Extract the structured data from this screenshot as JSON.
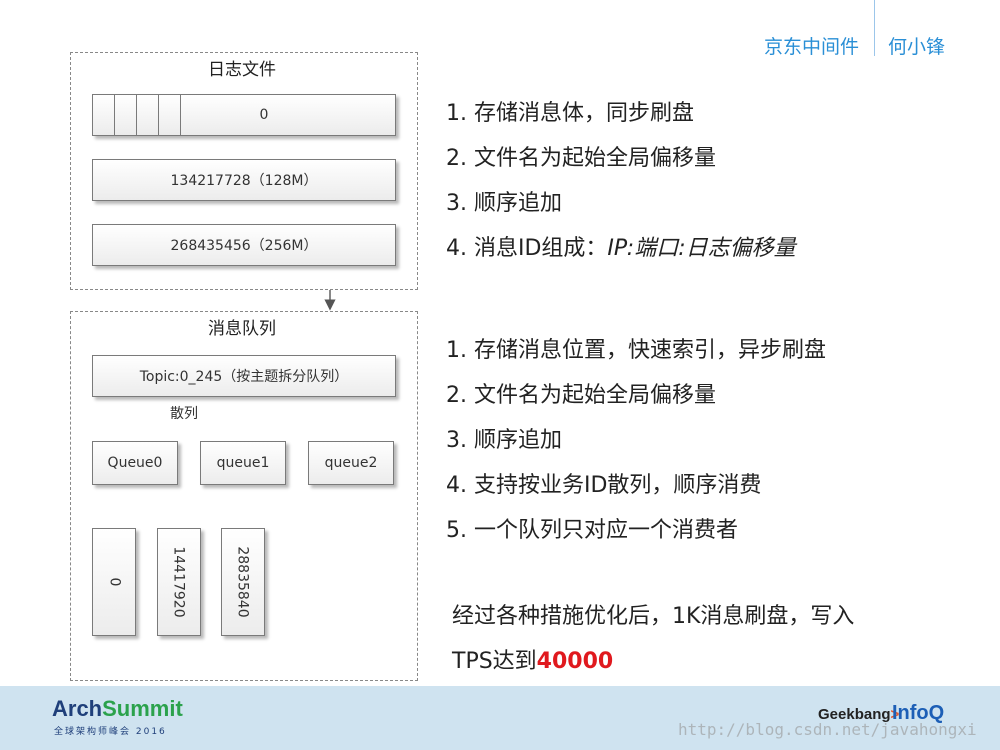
{
  "header": {
    "company": "京东中间件",
    "speaker": "何小锋"
  },
  "diagram": {
    "log_file": {
      "title": "日志文件",
      "segments": [
        "0",
        "134217728（128M）",
        "268435456（256M）"
      ]
    },
    "queue": {
      "title": "消息队列",
      "topic": "Topic:0_245（按主题拆分队列）",
      "scatter_label": "散列",
      "queues": [
        "Queue0",
        "queue1",
        "queue2"
      ],
      "offsets": [
        "0",
        "14417920",
        "28835840"
      ]
    }
  },
  "log_points": [
    "1. 存储消息体，同步刷盘",
    "2. 文件名为起始全局偏移量",
    "3. 顺序追加"
  ],
  "log_point4": {
    "prefix": "4. 消息ID组成：",
    "italic": "IP:端口:日志偏移量"
  },
  "queue_points": [
    "1. 存储消息位置，快速索引，异步刷盘",
    "2. 文件名为起始全局偏移量",
    "3. 顺序追加",
    "4. 支持按业务ID散列，顺序消费",
    "5. 一个队列只对应一个消费者"
  ],
  "summary": {
    "line1": "经过各种措施优化后，1K消息刷盘，写入",
    "line2_prefix": "TPS达到",
    "line2_highlight": "40000"
  },
  "footer": {
    "arch_part1": "Arch",
    "arch_part2": "Summit",
    "arch_sub": "全球架构师峰会 2016",
    "geek_part1": "Geek",
    "geek_part2": "bang",
    "geek_suffix": ">",
    "infoq": "InfoQ",
    "watermark": "http://blog.csdn.net/javahongxi"
  },
  "colors": {
    "accent_blue": "#2a8fd6",
    "highlight_red": "#e0191e",
    "footer_bg": "#cfe3f0"
  }
}
